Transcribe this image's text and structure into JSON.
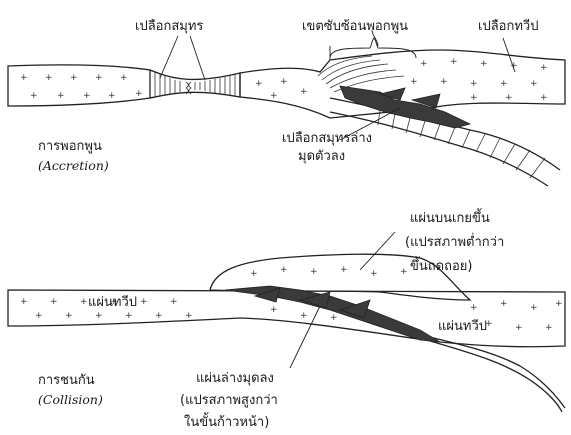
{
  "accretion": {
    "label_oceanic_crust": "เปลือกสมุทร",
    "label_accretionary_wedge": "เขตซับซ้อนพอกพูน",
    "label_continental_crust": "เปลือกทวีป",
    "label_lower_oceanic_crust": "เปลือกสมุทรล่าง",
    "label_lower_oceanic_crust_2": "มุดตัวลง",
    "title_th": "การพอกพูน",
    "title_en": "(Accretion)"
  },
  "collision": {
    "label_upper_plate": "แผ่นบนเกยขึ้น",
    "label_upper_plate_2": "(แปรสภาพต่ำกว่า",
    "label_upper_plate_3": "ขึ้นถดถอย)",
    "label_continental_left": "แผ่นทวีป",
    "label_continental_right": "แผ่นทวีป",
    "label_lower_plate": "แผ่นล่างมุดลง",
    "label_lower_plate_2": "(แปรสภาพสูงกว่า",
    "label_lower_plate_3": "ในขั้นก้าวหน้า)",
    "title_th": "การชนกัน",
    "title_en": "(Collision)"
  }
}
